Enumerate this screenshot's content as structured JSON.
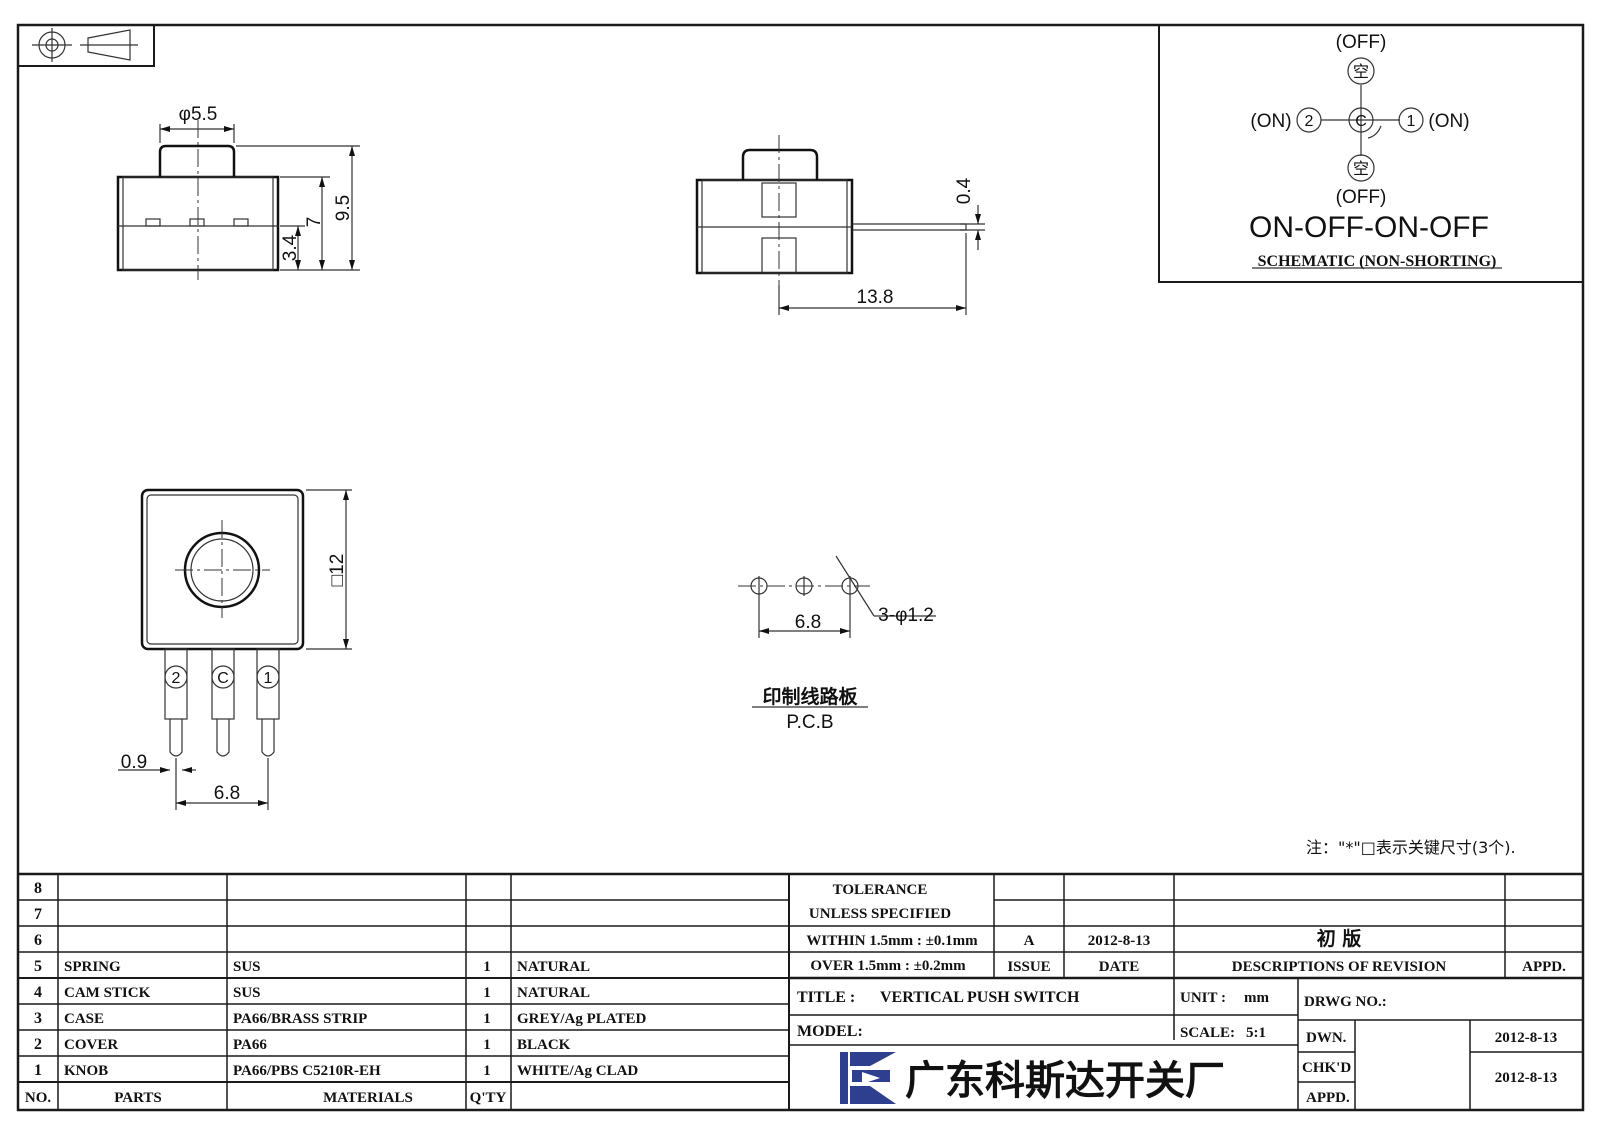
{
  "dimensions": {
    "top_diameter": "φ5.5",
    "top_height_total": "9.5",
    "top_height_body": "7",
    "top_height_low": "3.4",
    "side_gap": "0.4",
    "side_length": "13.8",
    "front_square": "□12",
    "pin_width": "0.9",
    "pin_pitch": "6.8",
    "pcb_pitch": "6.8",
    "pcb_holes": "3-φ1.2"
  },
  "pins": {
    "left": "2",
    "center": "C",
    "right": "1"
  },
  "pcb": {
    "label_cn": "印制线路板",
    "label_en": "P.C.B"
  },
  "schematic": {
    "off_top": "(OFF)",
    "off_bottom": "(OFF)",
    "on_left": "(ON)",
    "on_right": "(ON)",
    "node_top": "空",
    "node_bottom": "空",
    "node_left": "2",
    "node_right": "1",
    "node_center": "C",
    "sequence": "ON-OFF-ON-OFF",
    "caption": "SCHEMATIC (NON-SHORTING)"
  },
  "note": "注：\"*\"□表示关键尺寸(3个).",
  "bom": {
    "empty_rows": [
      "8",
      "7",
      "6"
    ],
    "rows": [
      {
        "no": "5",
        "part": "SPRING",
        "material": "SUS",
        "qty": "1",
        "finish": "NATURAL"
      },
      {
        "no": "4",
        "part": "CAM STICK",
        "material": "SUS",
        "qty": "1",
        "finish": "NATURAL"
      },
      {
        "no": "3",
        "part": "CASE",
        "material": "PA66/BRASS STRIP",
        "qty": "1",
        "finish": "GREY/Ag PLATED"
      },
      {
        "no": "2",
        "part": "COVER",
        "material": "PA66",
        "qty": "1",
        "finish": "BLACK"
      },
      {
        "no": "1",
        "part": "KNOB",
        "material": "PA66/PBS C5210R-EH",
        "qty": "1",
        "finish": "WHITE/Ag CLAD"
      }
    ],
    "headers": {
      "no": "NO.",
      "parts": "PARTS",
      "materials": "MATERIALS",
      "qty": "Q'TY"
    }
  },
  "tolerance": {
    "line1": "TOLERANCE",
    "line2": "UNLESS SPECIFIED",
    "line3": "WITHIN 1.5mm : ±0.1mm",
    "line4": "OVER 1.5mm : ±0.2mm"
  },
  "revision": {
    "issue": "A",
    "date": "2012-8-13",
    "description": "初 版",
    "headers": {
      "issue": "ISSUE",
      "date": "DATE",
      "desc": "DESCRIPTIONS OF REVISION",
      "appd": "APPD."
    }
  },
  "title_block": {
    "title_label": "TITLE :",
    "title": "VERTICAL PUSH SWITCH",
    "unit_label": "UNIT :",
    "unit": "mm",
    "drwg_no_label": "DRWG NO.:",
    "model_label": "MODEL:",
    "scale_label": "SCALE:",
    "scale": "5:1",
    "dwn_label": "DWN.",
    "dwn_date": "2012-8-13",
    "chkd_label": "CHK'D",
    "chkd_date": "2012-8-13",
    "appd_label": "APPD.",
    "company": "广东科斯达开关厂"
  },
  "colors": {
    "logo_blue": "#2f3f8f",
    "ink": "#111111"
  },
  "icons": [
    "projection-symbol-icon",
    "company-logo-icon"
  ]
}
